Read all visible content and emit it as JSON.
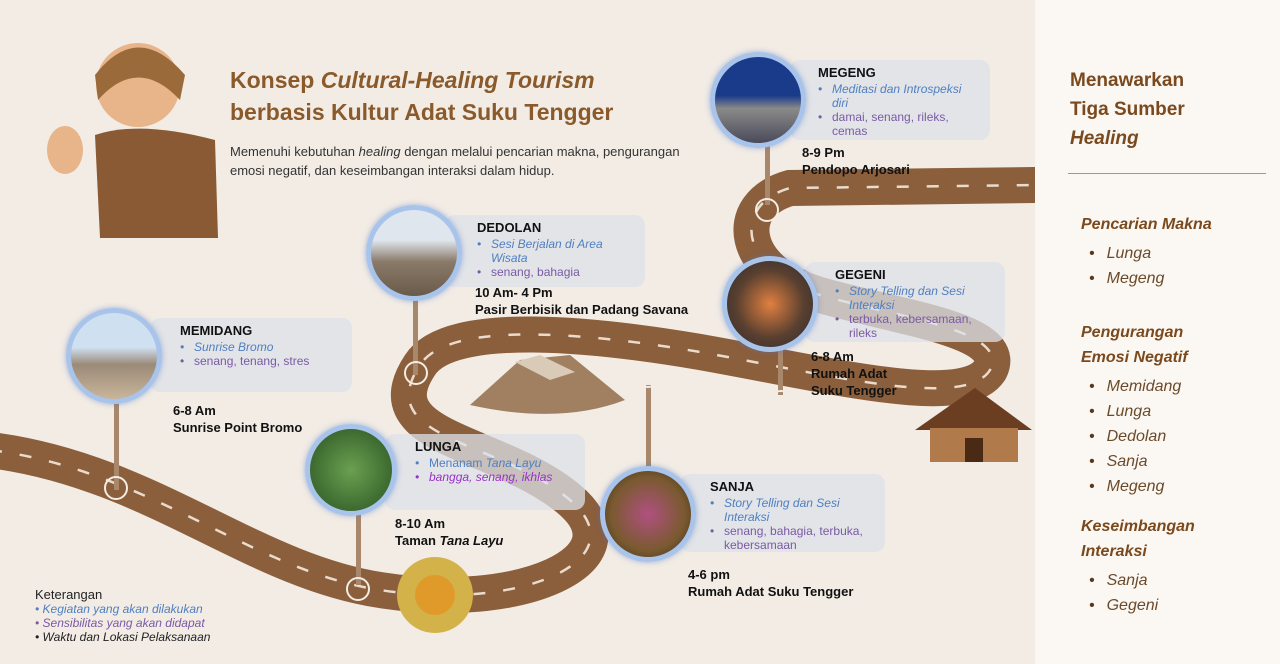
{
  "header": {
    "title_line1_a": "Konsep ",
    "title_line1_b": "Cultural-Healing Tourism",
    "title_line2": "berbasis Kultur Adat Suku Tengger",
    "subtitle_a": "Memenuhi kebutuhan ",
    "subtitle_b": "healing",
    "subtitle_c": " dengan melalui pencarian makna, pengurangan emosi negatif, dan keseimbangan interaksi dalam hidup."
  },
  "colors": {
    "road": "#8b5e3c",
    "title": "#8a5a2b",
    "activity": "#4f7fc0",
    "sensibility": "#7a5aa5",
    "pin_ring": "#a9c4ea"
  },
  "stops": [
    {
      "name": "MEMIDANG",
      "activity": "Sunrise Bromo",
      "sensibility": "senang, tenang, stres",
      "time": "6-8 Am",
      "location": "Sunrise Point Bromo"
    },
    {
      "name": "LUNGA",
      "activity_a": "Menanam ",
      "activity_b": "Tana Layu",
      "sensibility": "bangga, senang, ikhlas",
      "time": "8-10 Am",
      "location_a": "Taman ",
      "location_b": "Tana Layu"
    },
    {
      "name": "DEDOLAN",
      "activity": "Sesi Berjalan di Area Wisata",
      "sensibility": "senang, bahagia",
      "time": "10 Am- 4 Pm",
      "location": "Pasir Berbisik dan Padang Savana"
    },
    {
      "name": "SANJA",
      "activity": "Story Telling dan Sesi Interaksi",
      "sensibility": "senang, bahagia, terbuka, kebersamaan",
      "time": "4-6 pm",
      "location": "Rumah Adat Suku Tengger"
    },
    {
      "name": "GEGENI",
      "activity": "Story Telling dan Sesi Interaksi",
      "sensibility": "terbuka, kebersamaan, rileks",
      "time": "6-8 Am",
      "location": "Rumah Adat Suku Tengger"
    },
    {
      "name": "MEGENG",
      "activity": "Meditasi dan Introspeksi diri",
      "sensibility": "damai, senang, rileks, cemas",
      "time": "8-9 Pm",
      "location": "Pendopo Arjosari"
    }
  ],
  "legend": {
    "title": "Keterangan",
    "items": [
      "Kegiatan yang akan dilakukan",
      "Sensibilitas yang akan didapat",
      "Waktu dan Lokasi Pelaksanaan"
    ]
  },
  "sidebar": {
    "title_a": "Menawarkan",
    "title_b": "Tiga Sumber",
    "title_c": "Healing",
    "groups": [
      {
        "title": "Pencarian Makna",
        "items": [
          "Lunga",
          "Megeng"
        ]
      },
      {
        "title_a": "Pengurangan",
        "title_b": "Emosi Negatif",
        "items": [
          "Memidang",
          "Lunga",
          "Dedolan",
          "Sanja",
          "Megeng"
        ]
      },
      {
        "title_a": "Keseimbangan",
        "title_b": "Interaksi",
        "items": [
          "Sanja",
          "Gegeni"
        ]
      }
    ]
  }
}
